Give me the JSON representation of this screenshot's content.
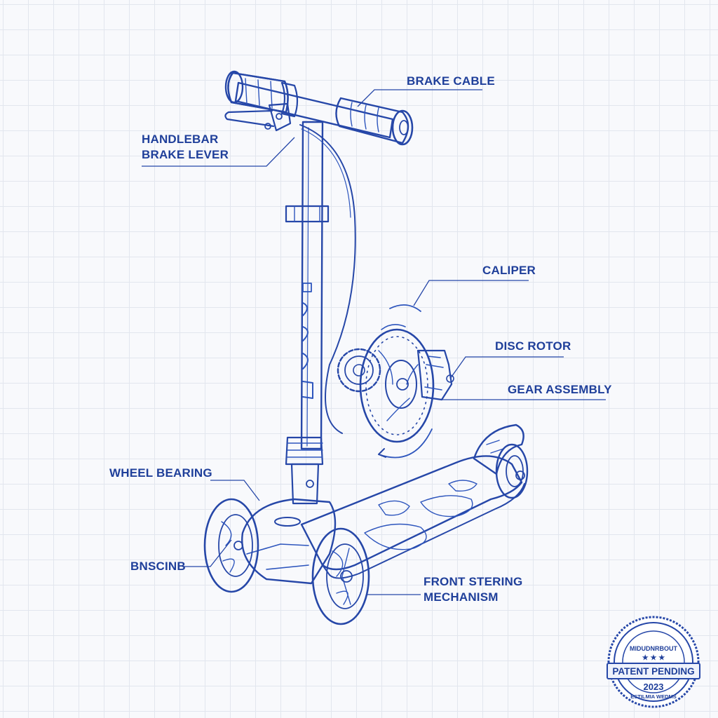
{
  "labels": {
    "brake_cable": "BRAKE CABLE",
    "handlebar_brake_lever_1": "HANDLEBAR",
    "handlebar_brake_lever_2": "BRAKE LEVER",
    "caliper": "CALIPER",
    "disc_rotor": "DISC ROTOR",
    "gear_assembly": "GEAR ASSEMBLY",
    "wheel_bearing": "WHEEL BEARING",
    "bnscinb": "BNSCINB",
    "front_steering_1": "FRONT STERING",
    "front_steering_2": "MECHANISM"
  },
  "seal": {
    "top_text": "MIDUDNRBOUT",
    "main": "PATENT PENDING",
    "year": "2023",
    "bottom_text": "ESTILMIA WEDMS"
  },
  "colors": {
    "ink": "#2647a8",
    "label": "#1f3f9a",
    "grid": "#e2e6ee",
    "paper": "#f8f9fc"
  }
}
